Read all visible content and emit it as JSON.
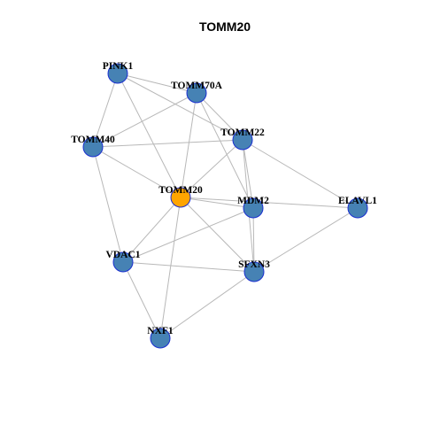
{
  "title": "TOMM20",
  "colors": {
    "node_default": "#4682B4",
    "node_focus": "#FFA500",
    "node_border": "#1a2fd0",
    "edge": "#b8b8b8"
  },
  "focus_node": "TOMM20",
  "nodes": [
    {
      "id": "PINK1"
    },
    {
      "id": "TOMM70A"
    },
    {
      "id": "TOMM40"
    },
    {
      "id": "TOMM22"
    },
    {
      "id": "TOMM20"
    },
    {
      "id": "MDM2"
    },
    {
      "id": "ELAVL1"
    },
    {
      "id": "VDAC1"
    },
    {
      "id": "SFXN3"
    },
    {
      "id": "NXF1"
    }
  ],
  "edges": [
    [
      "PINK1",
      "TOMM70A"
    ],
    [
      "PINK1",
      "TOMM22"
    ],
    [
      "PINK1",
      "TOMM40"
    ],
    [
      "PINK1",
      "TOMM20"
    ],
    [
      "TOMM70A",
      "TOMM22"
    ],
    [
      "TOMM70A",
      "TOMM40"
    ],
    [
      "TOMM70A",
      "TOMM20"
    ],
    [
      "TOMM70A",
      "MDM2"
    ],
    [
      "TOMM40",
      "TOMM22"
    ],
    [
      "TOMM40",
      "TOMM20"
    ],
    [
      "TOMM40",
      "VDAC1"
    ],
    [
      "TOMM22",
      "TOMM20"
    ],
    [
      "TOMM22",
      "MDM2"
    ],
    [
      "TOMM22",
      "ELAVL1"
    ],
    [
      "TOMM22",
      "SFXN3"
    ],
    [
      "TOMM20",
      "MDM2"
    ],
    [
      "TOMM20",
      "ELAVL1"
    ],
    [
      "TOMM20",
      "SFXN3"
    ],
    [
      "TOMM20",
      "VDAC1"
    ],
    [
      "TOMM20",
      "NXF1"
    ],
    [
      "MDM2",
      "VDAC1"
    ],
    [
      "MDM2",
      "SFXN3"
    ],
    [
      "ELAVL1",
      "SFXN3"
    ],
    [
      "VDAC1",
      "SFXN3"
    ],
    [
      "VDAC1",
      "NXF1"
    ],
    [
      "SFXN3",
      "NXF1"
    ]
  ]
}
